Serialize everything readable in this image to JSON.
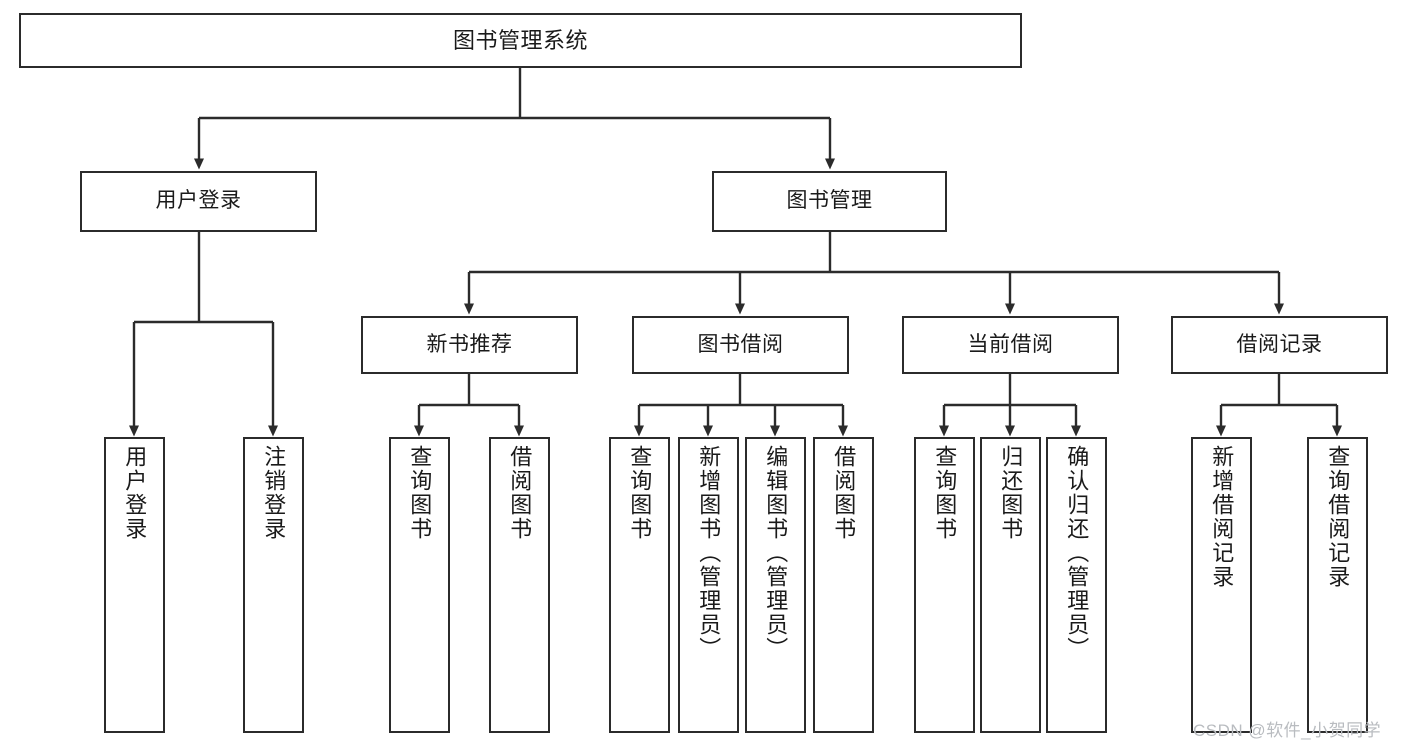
{
  "diagram": {
    "type": "tree",
    "title": "图书管理系统",
    "style": {
      "box_border": "#2b2b2b",
      "box_fill": "#ffffff",
      "line": "#2b2b2b",
      "text": "#1a1a1a",
      "background": "#ffffff"
    },
    "nodes": {
      "root": {
        "label": "图书管理系统",
        "level": 1,
        "orientation": "horizontal"
      },
      "user_login": {
        "label": "用户登录",
        "level": 2,
        "orientation": "horizontal"
      },
      "book_manage": {
        "label": "图书管理",
        "level": 2,
        "orientation": "horizontal"
      },
      "new_book_rec": {
        "label": "新书推荐",
        "level": 3,
        "orientation": "horizontal"
      },
      "book_borrow": {
        "label": "图书借阅",
        "level": 3,
        "orientation": "horizontal"
      },
      "current_borrow": {
        "label": "当前借阅",
        "level": 3,
        "orientation": "horizontal"
      },
      "borrow_record": {
        "label": "借阅记录",
        "level": 3,
        "orientation": "horizontal"
      },
      "leaf_user_login": {
        "label": "用户登录",
        "level": 4,
        "orientation": "vertical"
      },
      "leaf_logout": {
        "label": "注销登录",
        "level": 4,
        "orientation": "vertical"
      },
      "leaf_query_book_1": {
        "label": "查询图书",
        "level": 4,
        "orientation": "vertical"
      },
      "leaf_borrow_book_1": {
        "label": "借阅图书",
        "level": 4,
        "orientation": "vertical"
      },
      "leaf_query_book_2": {
        "label": "查询图书",
        "level": 4,
        "orientation": "vertical"
      },
      "leaf_add_book": {
        "label": "新增图书（管理员）",
        "level": 4,
        "orientation": "vertical"
      },
      "leaf_edit_book": {
        "label": "编辑图书（管理员）",
        "level": 4,
        "orientation": "vertical"
      },
      "leaf_borrow_book_2": {
        "label": "借阅图书",
        "level": 4,
        "orientation": "vertical"
      },
      "leaf_query_book_3": {
        "label": "查询图书",
        "level": 4,
        "orientation": "vertical"
      },
      "leaf_return_book": {
        "label": "归还图书",
        "level": 4,
        "orientation": "vertical"
      },
      "leaf_confirm_return": {
        "label": "确认归还（管理员）",
        "level": 4,
        "orientation": "vertical"
      },
      "leaf_add_record": {
        "label": "新增借阅记录",
        "level": 4,
        "orientation": "vertical"
      },
      "leaf_query_record": {
        "label": "查询借阅记录",
        "level": 4,
        "orientation": "vertical"
      }
    },
    "edges": [
      {
        "from": "root",
        "to": "user_login"
      },
      {
        "from": "root",
        "to": "book_manage"
      },
      {
        "from": "user_login",
        "to": "leaf_user_login"
      },
      {
        "from": "user_login",
        "to": "leaf_logout"
      },
      {
        "from": "book_manage",
        "to": "new_book_rec"
      },
      {
        "from": "book_manage",
        "to": "book_borrow"
      },
      {
        "from": "book_manage",
        "to": "current_borrow"
      },
      {
        "from": "book_manage",
        "to": "borrow_record"
      },
      {
        "from": "new_book_rec",
        "to": "leaf_query_book_1"
      },
      {
        "from": "new_book_rec",
        "to": "leaf_borrow_book_1"
      },
      {
        "from": "book_borrow",
        "to": "leaf_query_book_2"
      },
      {
        "from": "book_borrow",
        "to": "leaf_add_book"
      },
      {
        "from": "book_borrow",
        "to": "leaf_edit_book"
      },
      {
        "from": "book_borrow",
        "to": "leaf_borrow_book_2"
      },
      {
        "from": "current_borrow",
        "to": "leaf_query_book_3"
      },
      {
        "from": "current_borrow",
        "to": "leaf_return_book"
      },
      {
        "from": "current_borrow",
        "to": "leaf_confirm_return"
      },
      {
        "from": "borrow_record",
        "to": "leaf_add_record"
      },
      {
        "from": "borrow_record",
        "to": "leaf_query_record"
      }
    ]
  },
  "watermark": {
    "text": "CSDN @软件_小贺同学"
  }
}
